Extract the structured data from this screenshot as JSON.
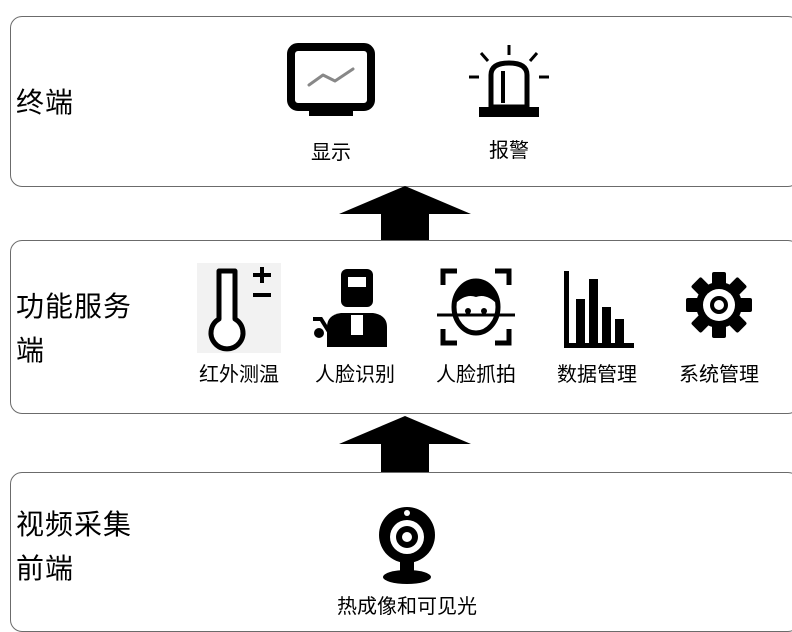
{
  "tiers": [
    {
      "label": "终端",
      "items": [
        {
          "label": "显示",
          "icon": "monitor-icon"
        },
        {
          "label": "报警",
          "icon": "alarm-light-icon"
        }
      ]
    },
    {
      "label": "功能服务\n端",
      "items": [
        {
          "label": "红外测温",
          "icon": "thermometer-icon"
        },
        {
          "label": "人脸识别",
          "icon": "welder-icon"
        },
        {
          "label": "人脸抓拍",
          "icon": "face-scan-icon"
        },
        {
          "label": "数据管理",
          "icon": "bar-chart-icon"
        },
        {
          "label": "系统管理",
          "icon": "gear-icon"
        }
      ]
    },
    {
      "label": "视频采集\n前端",
      "items": [
        {
          "label": "热成像和可见光",
          "icon": "webcam-icon"
        }
      ]
    }
  ],
  "colors": {
    "border": "#6b6b6b",
    "icon": "#000000",
    "icon_background": "#f2f2f2"
  }
}
